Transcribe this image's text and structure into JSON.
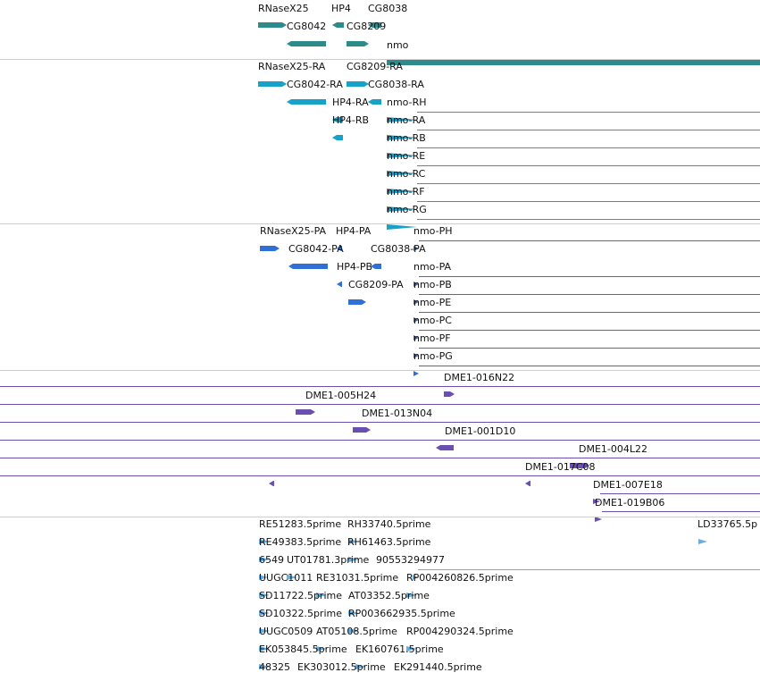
{
  "tracks": [
    {
      "name": "genes",
      "color": "#2e8b8b",
      "features": [
        "RNaseX25",
        "HP4",
        "CG8038",
        "CG8042",
        "CG8209",
        "nmo"
      ]
    },
    {
      "name": "transcripts-flybase",
      "color": "#17a2c9",
      "features": [
        "RNaseX25-RA",
        "CG8209-RA",
        "CG8042-RA",
        "CG8038-RA",
        "HP4-RA",
        "nmo-RH",
        "HP4-RB",
        "nmo-RA",
        "nmo-RB",
        "nmo-RE",
        "nmo-RC",
        "nmo-RF",
        "nmo-RG"
      ]
    },
    {
      "name": "proteins",
      "color": "#2f6fd6",
      "features": [
        "RNaseX25-PA",
        "HP4-PA",
        "nmo-PH",
        "CG8042-PA",
        "CG8038-PA",
        "HP4-PB",
        "nmo-PA",
        "CG8209-PA",
        "nmo-PB",
        "nmo-PE",
        "nmo-PC",
        "nmo-PF",
        "nmo-PG"
      ]
    },
    {
      "name": "bac-clones",
      "color": "#6a4fb0",
      "features": [
        "DME1-016N22",
        "DME1-005H24",
        "DME1-013N04",
        "DME1-001D10",
        "DME1-004L22",
        "DME1-017C08",
        "DME1-007E18",
        "DME1-019B06"
      ]
    },
    {
      "name": "ests",
      "color": "#6aaee0",
      "features": [
        "RE51283.5prime",
        "RH33740.5prime",
        "LD33765.5p",
        "RE49383.5prime",
        "RH61463.5prime",
        "6549",
        "UT01781.3prime",
        "90553294977",
        "UUGC1011",
        "RE31031.5prime",
        "RP004260826.5prime",
        "SD11722.5prime",
        "AT03352.5prime",
        "SD10322.5prime",
        "RP003662935.5prime",
        "UUGC0509",
        "AT05108.5prime",
        "RP004290324.5prime",
        "EK053845.5prime",
        "EK160761.5prime",
        "48325",
        "EK303012.5prime",
        "EK291440.5prime"
      ]
    }
  ]
}
